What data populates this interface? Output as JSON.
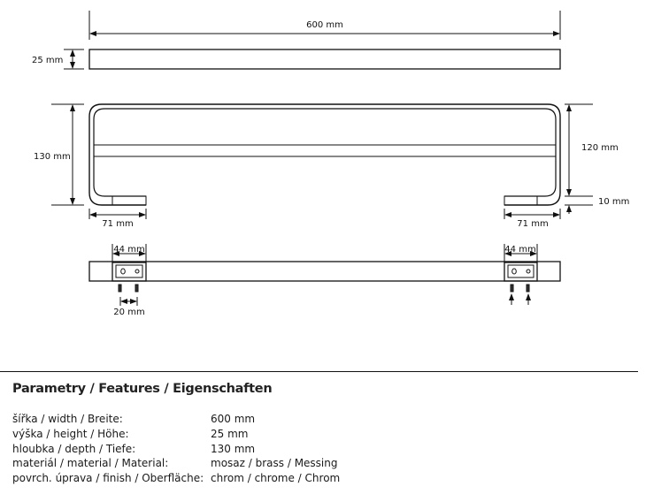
{
  "drawing": {
    "top_view": {
      "width_label": "600 mm",
      "height_label": "25 mm"
    },
    "side_view": {
      "depth_label": "130 mm",
      "inner_height_label": "120 mm",
      "foot_label": "10 mm",
      "left_offset_label": "71 mm",
      "right_offset_label": "71 mm"
    },
    "bottom_view": {
      "left_mount_label": "44 mm",
      "right_mount_label": "44 mm",
      "screw_spacing_label": "20 mm"
    }
  },
  "features": {
    "heading": "Parametry / Features / Eigenschaften",
    "rows": [
      {
        "label": "šířka / width / Breite:",
        "value": "600 mm"
      },
      {
        "label": "výška / height / Höhe:",
        "value": "25 mm"
      },
      {
        "label": "hloubka / depth / Tiefe:",
        "value": "130 mm"
      },
      {
        "label": "materiál / material / Material:",
        "value": "mosaz / brass / Messing"
      },
      {
        "label": "povrch. úprava / finish / Oberfläche:",
        "value": "chrom / chrome / Chrom"
      }
    ]
  }
}
